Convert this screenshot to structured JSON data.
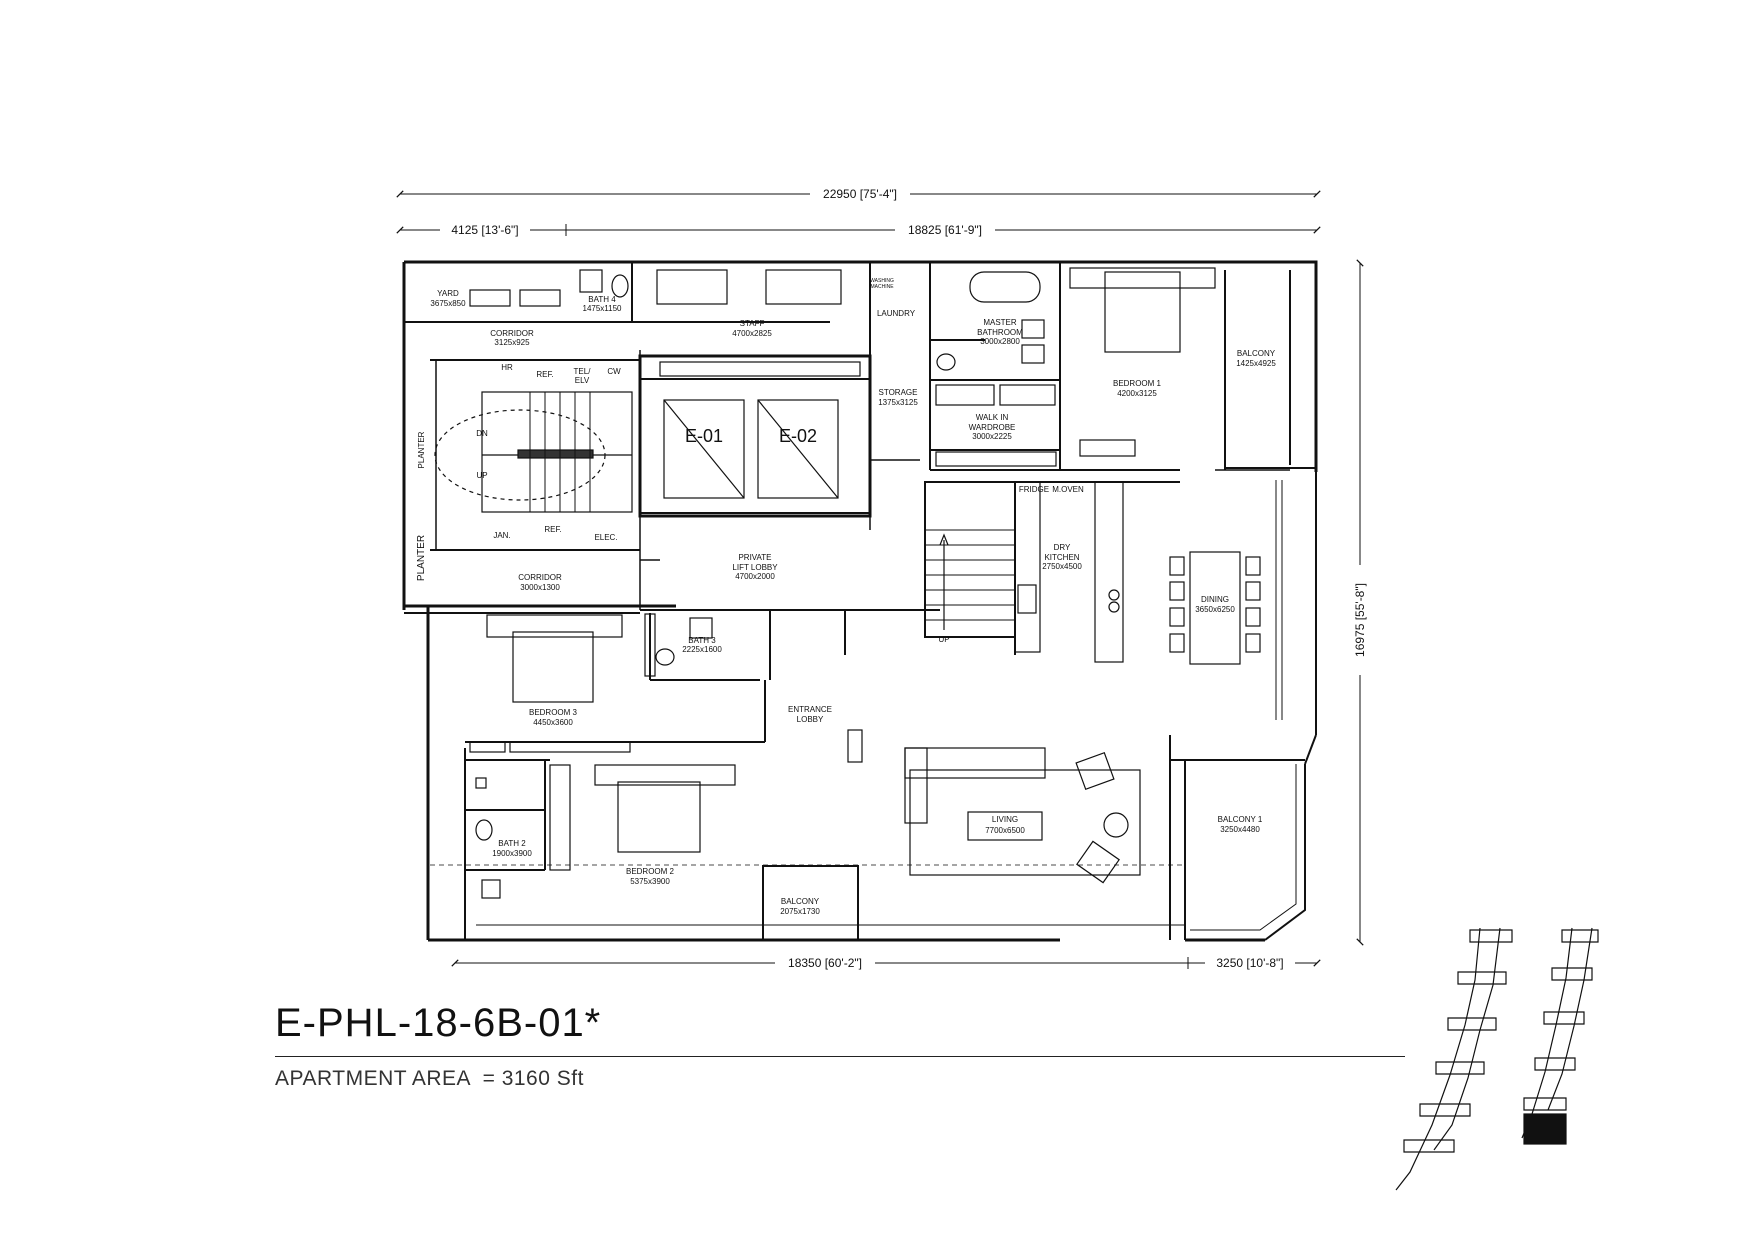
{
  "unit": {
    "code": "E-PHL-18-6B-01*",
    "area_label": "APARTMENT AREA",
    "area_eq": "=",
    "area_value": "3160 Sft"
  },
  "dimensions": {
    "top_overall": "22950 [75'-4\"]",
    "top_left": "4125 [13'-6\"]",
    "top_right": "18825 [61'-9\"]",
    "right_overall": "16975 [55'-8\"]",
    "bottom_left": "18350 [60'-2\"]",
    "bottom_right": "3250 [10'-8\"]"
  },
  "rooms": {
    "yard": {
      "name": "YARD",
      "size": "3675x850"
    },
    "bath4": {
      "name": "BATH 4",
      "size": "1475x1150"
    },
    "staff": {
      "name": "STAFF",
      "size": "4700x2825"
    },
    "laundry": {
      "name": "LAUNDRY"
    },
    "corridor_top": {
      "name": "CORRIDOR",
      "size": "3125x925"
    },
    "master_bath": {
      "name": "MASTER",
      "name2": "BATHROOM",
      "size": "3000x2800"
    },
    "bedroom1": {
      "name": "BEDROOM 1",
      "size": "4200x3125"
    },
    "balcony_top": {
      "name": "BALCONY",
      "size": "1425x4925"
    },
    "storage": {
      "name": "STORAGE",
      "size": "1375x3125"
    },
    "walkin": {
      "name": "WALK IN",
      "name2": "WARDROBE",
      "size": "3000x2225"
    },
    "lift1": {
      "name": "E-01"
    },
    "lift2": {
      "name": "E-02"
    },
    "lift_lobby": {
      "name": "PRIVATE",
      "name2": "LIFT LOBBY",
      "size": "4700x2000"
    },
    "corridor_bottom": {
      "name": "CORRIDOR",
      "size": "3000x1300"
    },
    "dry_kitchen": {
      "name": "DRY",
      "name2": "KITCHEN",
      "size": "2750x4500"
    },
    "dining": {
      "name": "DINING",
      "size": "3650x6250"
    },
    "bath3": {
      "name": "BATH 3",
      "size": "2225x1600"
    },
    "bedroom3": {
      "name": "BEDROOM 3",
      "size": "4450x3600"
    },
    "entrance": {
      "name": "ENTRANCE",
      "name2": "LOBBY"
    },
    "living": {
      "name": "LIVING",
      "size": "7700x6500"
    },
    "balcony1": {
      "name": "BALCONY 1",
      "size": "3250x4480"
    },
    "bath2": {
      "name": "BATH 2",
      "size": "1900x3900"
    },
    "bedroom2": {
      "name": "BEDROOM 2",
      "size": "5375x3900"
    },
    "balcony_small": {
      "name": "BALCONY",
      "size": "2075x1730"
    }
  },
  "fixtures": {
    "hr": "HR",
    "ref_top": "REF.",
    "tel": "TEL/",
    "elv": "ELV",
    "cw": "CW",
    "dn": "DN",
    "up_stair": "UP",
    "jan": "JAN.",
    "ref_bottom": "REF.",
    "elec": "ELEC.",
    "planter1": "PLANTER",
    "planter2": "PLANTER",
    "fridge": "FRIDGE",
    "moven": "M.OVEN",
    "up_main": "UP",
    "washer": "WASHING",
    "washer2": "MACHINE"
  }
}
